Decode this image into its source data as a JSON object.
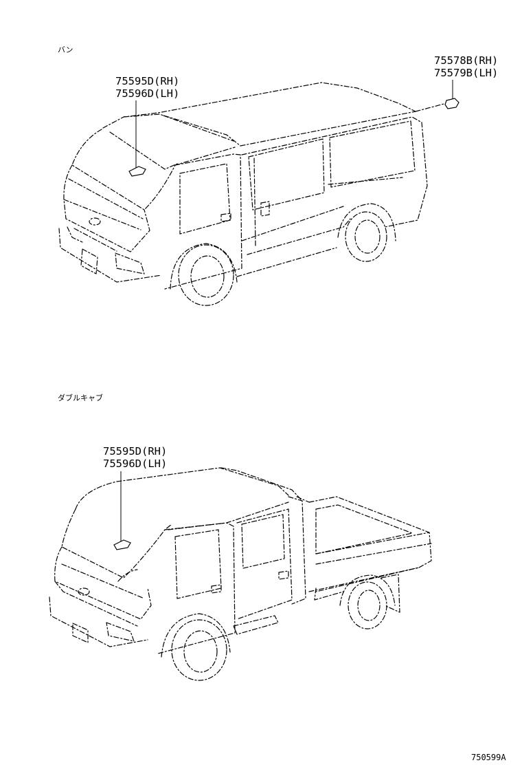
{
  "van": {
    "caption": "バン",
    "part_a_rh": "75595D(RH)",
    "part_a_lh": "75596D(LH)",
    "part_b_rh": "75578B(RH)",
    "part_b_lh": "75579B(LH)"
  },
  "double_cab": {
    "caption": "ダブルキャブ",
    "part_a_rh": "75595D(RH)",
    "part_a_lh": "75596D(LH)"
  },
  "diagram_code": "750599A"
}
